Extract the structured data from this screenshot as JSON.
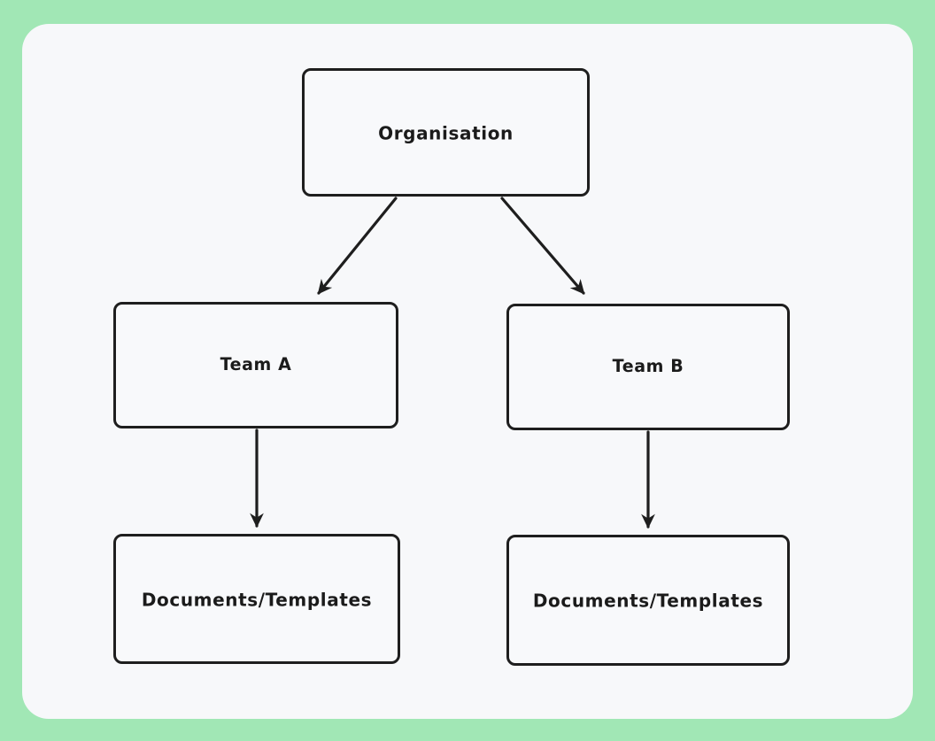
{
  "canvas": {
    "background_color": "#a1e7b5",
    "surface_color": "#f7f8fa",
    "stroke_color": "#1e1e1e"
  },
  "diagram": {
    "type": "flowchart",
    "orientation": "top-down",
    "nodes": [
      {
        "id": "org",
        "label": "Organisation"
      },
      {
        "id": "teama",
        "label": "Team A"
      },
      {
        "id": "teamb",
        "label": "Team B"
      },
      {
        "id": "docsa",
        "label": "Documents/Templates"
      },
      {
        "id": "docsb",
        "label": "Documents/Templates"
      }
    ],
    "edges": [
      {
        "from": "org",
        "to": "teama",
        "style": "diagonal-arrow"
      },
      {
        "from": "org",
        "to": "teamb",
        "style": "diagonal-arrow"
      },
      {
        "from": "teama",
        "to": "docsa",
        "style": "vertical-arrow"
      },
      {
        "from": "teamb",
        "to": "docsb",
        "style": "vertical-arrow"
      }
    ]
  }
}
